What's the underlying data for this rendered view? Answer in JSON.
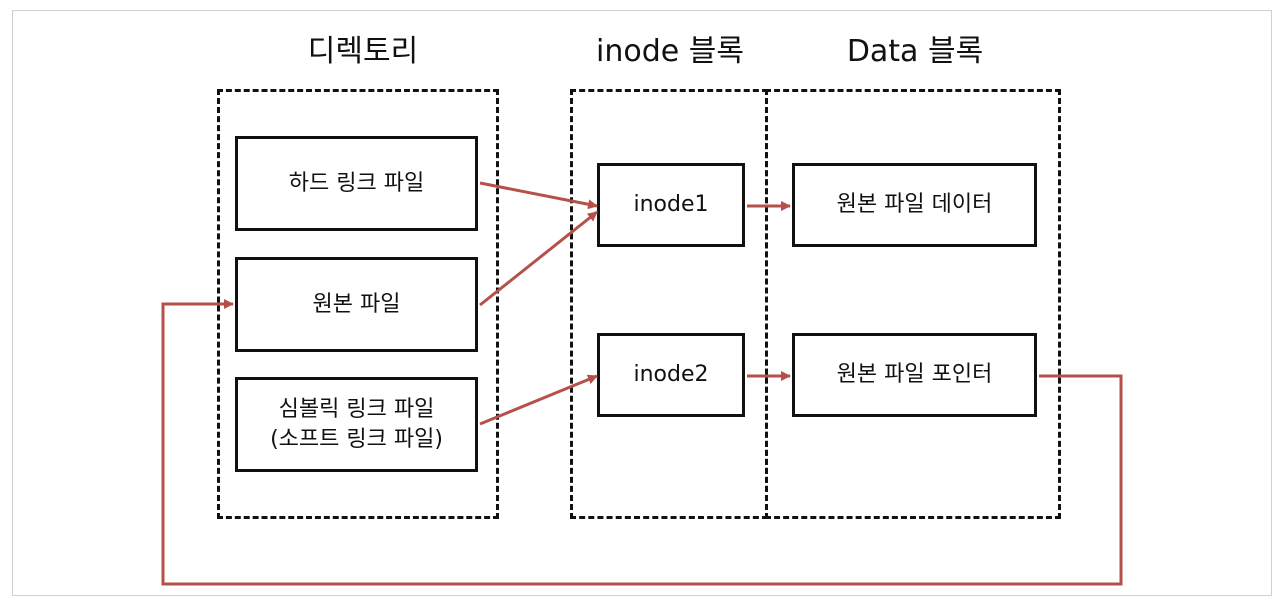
{
  "headings": {
    "directory": "디렉토리",
    "inode_block": "inode 블록",
    "data_block": "Data 블록"
  },
  "directory_items": {
    "hard_link": "하드 링크 파일",
    "original": "원본 파일",
    "symlink": "심볼릭 링크 파일\n(소프트 링크 파일)"
  },
  "inodes": {
    "inode1": "inode1",
    "inode2": "inode2"
  },
  "data_items": {
    "original_data": "원본 파일 데이터",
    "original_pointer": "원본 파일 포인터"
  },
  "colors": {
    "arrow": "#b5514a",
    "border": "#111111"
  }
}
